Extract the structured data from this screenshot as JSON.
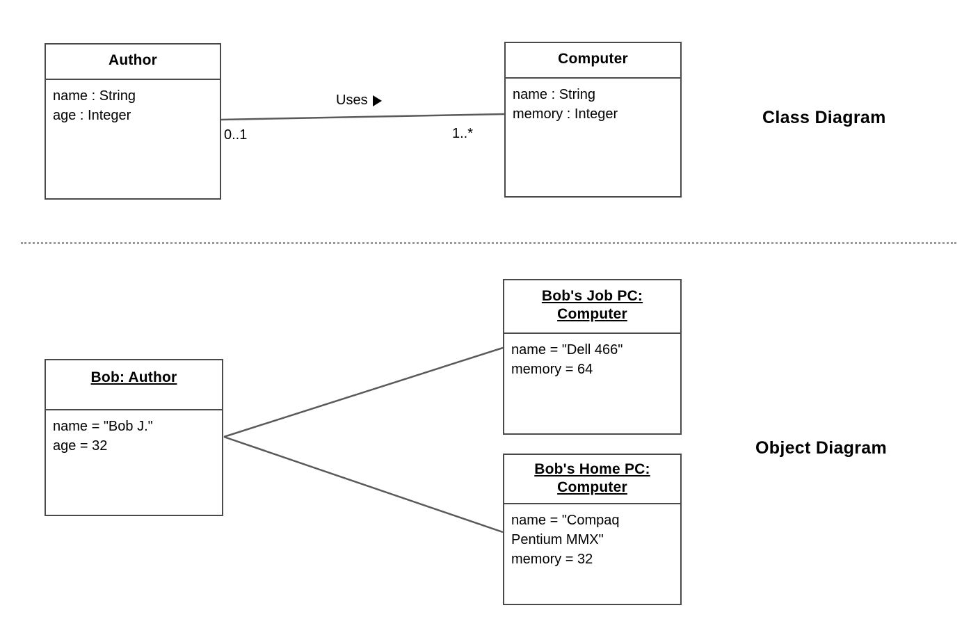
{
  "sections": {
    "class_diagram": {
      "caption": "Class Diagram",
      "classes": [
        {
          "name": "Author",
          "title_lines": [
            "Author"
          ],
          "attributes": [
            "name : String",
            "age : Integer"
          ]
        },
        {
          "name": "Computer",
          "title_lines": [
            "Computer"
          ],
          "attributes": [
            "name : String",
            "memory : Integer"
          ]
        }
      ],
      "association": {
        "label": "Uses",
        "direction_marker": "filled-right-triangle",
        "source_multiplicity": "0..1",
        "target_multiplicity": "1..*"
      }
    },
    "object_diagram": {
      "caption": "Object Diagram",
      "objects": [
        {
          "name": "Bob",
          "title_lines": [
            "Bob: Author"
          ],
          "attributes": [
            "name = \"Bob J.\"",
            "age = 32"
          ]
        },
        {
          "name": "BobsJobPC",
          "title_lines": [
            "Bob's Job PC:",
            "Computer"
          ],
          "attributes": [
            "name = \"Dell 466\"",
            "memory = 64"
          ]
        },
        {
          "name": "BobsHomePC",
          "title_lines": [
            "Bob's Home PC:",
            "Computer"
          ],
          "attributes": [
            "name = \"Compaq",
            "Pentium MMX\"",
            "memory = 32"
          ]
        }
      ],
      "links": [
        {
          "from": "Bob",
          "to": "BobsJobPC"
        },
        {
          "from": "Bob",
          "to": "BobsHomePC"
        }
      ]
    }
  },
  "colors": {
    "stroke": "#4a4a4a",
    "line": "#5a5a5a",
    "text": "#000000",
    "background": "#ffffff",
    "divider": "#9a9a9a"
  }
}
